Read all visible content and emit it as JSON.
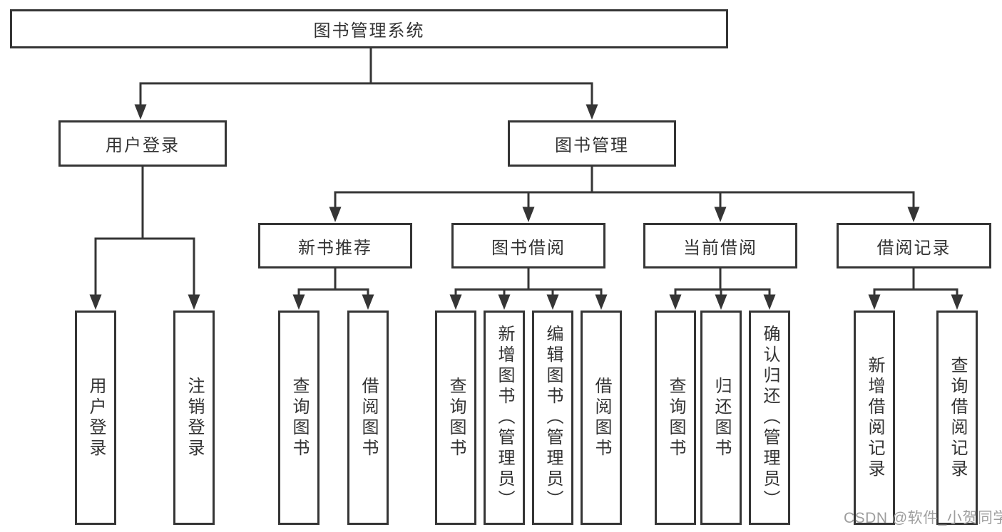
{
  "diagram": {
    "root": {
      "label": "图书管理系统"
    },
    "level2": [
      {
        "label": "用户登录",
        "children": [
          "用户登录",
          "注销登录"
        ]
      },
      {
        "label": "图书管理"
      }
    ],
    "level3": [
      {
        "label": "新书推荐",
        "children": [
          "查询图书",
          "借阅图书"
        ]
      },
      {
        "label": "图书借阅",
        "children": [
          "查询图书",
          "新增图书（管理员）",
          "编辑图书（管理员）",
          "借阅图书"
        ]
      },
      {
        "label": "当前借阅",
        "children": [
          "查询图书",
          "归还图书",
          "确认归还（管理员）"
        ]
      },
      {
        "label": "借阅记录",
        "children": [
          "新增借阅记录",
          "查询借阅记录"
        ]
      }
    ],
    "watermark": "CSDN @软件_小贺同学",
    "colors": {
      "line": "#353535",
      "text": "#333333",
      "box_fill": "#ffffff",
      "watermark": "#9e9e9e",
      "background": "#ffffff"
    }
  }
}
